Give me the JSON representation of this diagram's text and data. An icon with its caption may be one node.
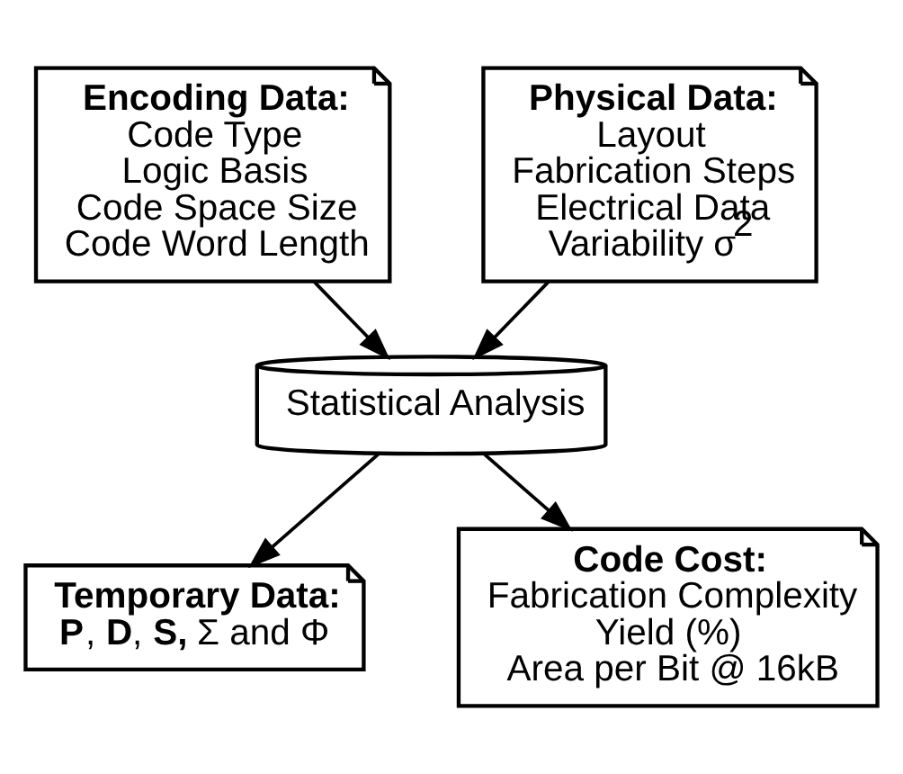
{
  "diagram": {
    "nodes": [
      {
        "text": [
          "Encoding Data:",
          "Code Type",
          "Logic Basis",
          "Code Space Size",
          "Code Word Length"
        ]
      },
      {
        "text": [
          "Physical Data:",
          "Layout",
          "Fabrication Steps",
          "Electrical Data",
          "Variability σ$^{2}$"
        ]
      },
      {
        "text": [
          "Statistical Analysis"
        ]
      },
      {
        "text": [
          "Temporary Data:",
          "**P**, **D**, **S,** Σ and Φ"
        ]
      },
      {
        "text": [
          "Code Cost:",
          "Fabrication Complexity",
          "Yield (%)",
          "Area per Bit @ 16kB"
        ]
      }
    ],
    "edges": [
      {
        "from": 0,
        "to": 2,
        "arrow": "to"
      },
      {
        "from": 1,
        "to": 2,
        "arrow": "to"
      },
      {
        "from": 2,
        "to": 3,
        "arrow": "to"
      },
      {
        "from": 2,
        "to": 4,
        "arrow": "to"
      }
    ]
  }
}
